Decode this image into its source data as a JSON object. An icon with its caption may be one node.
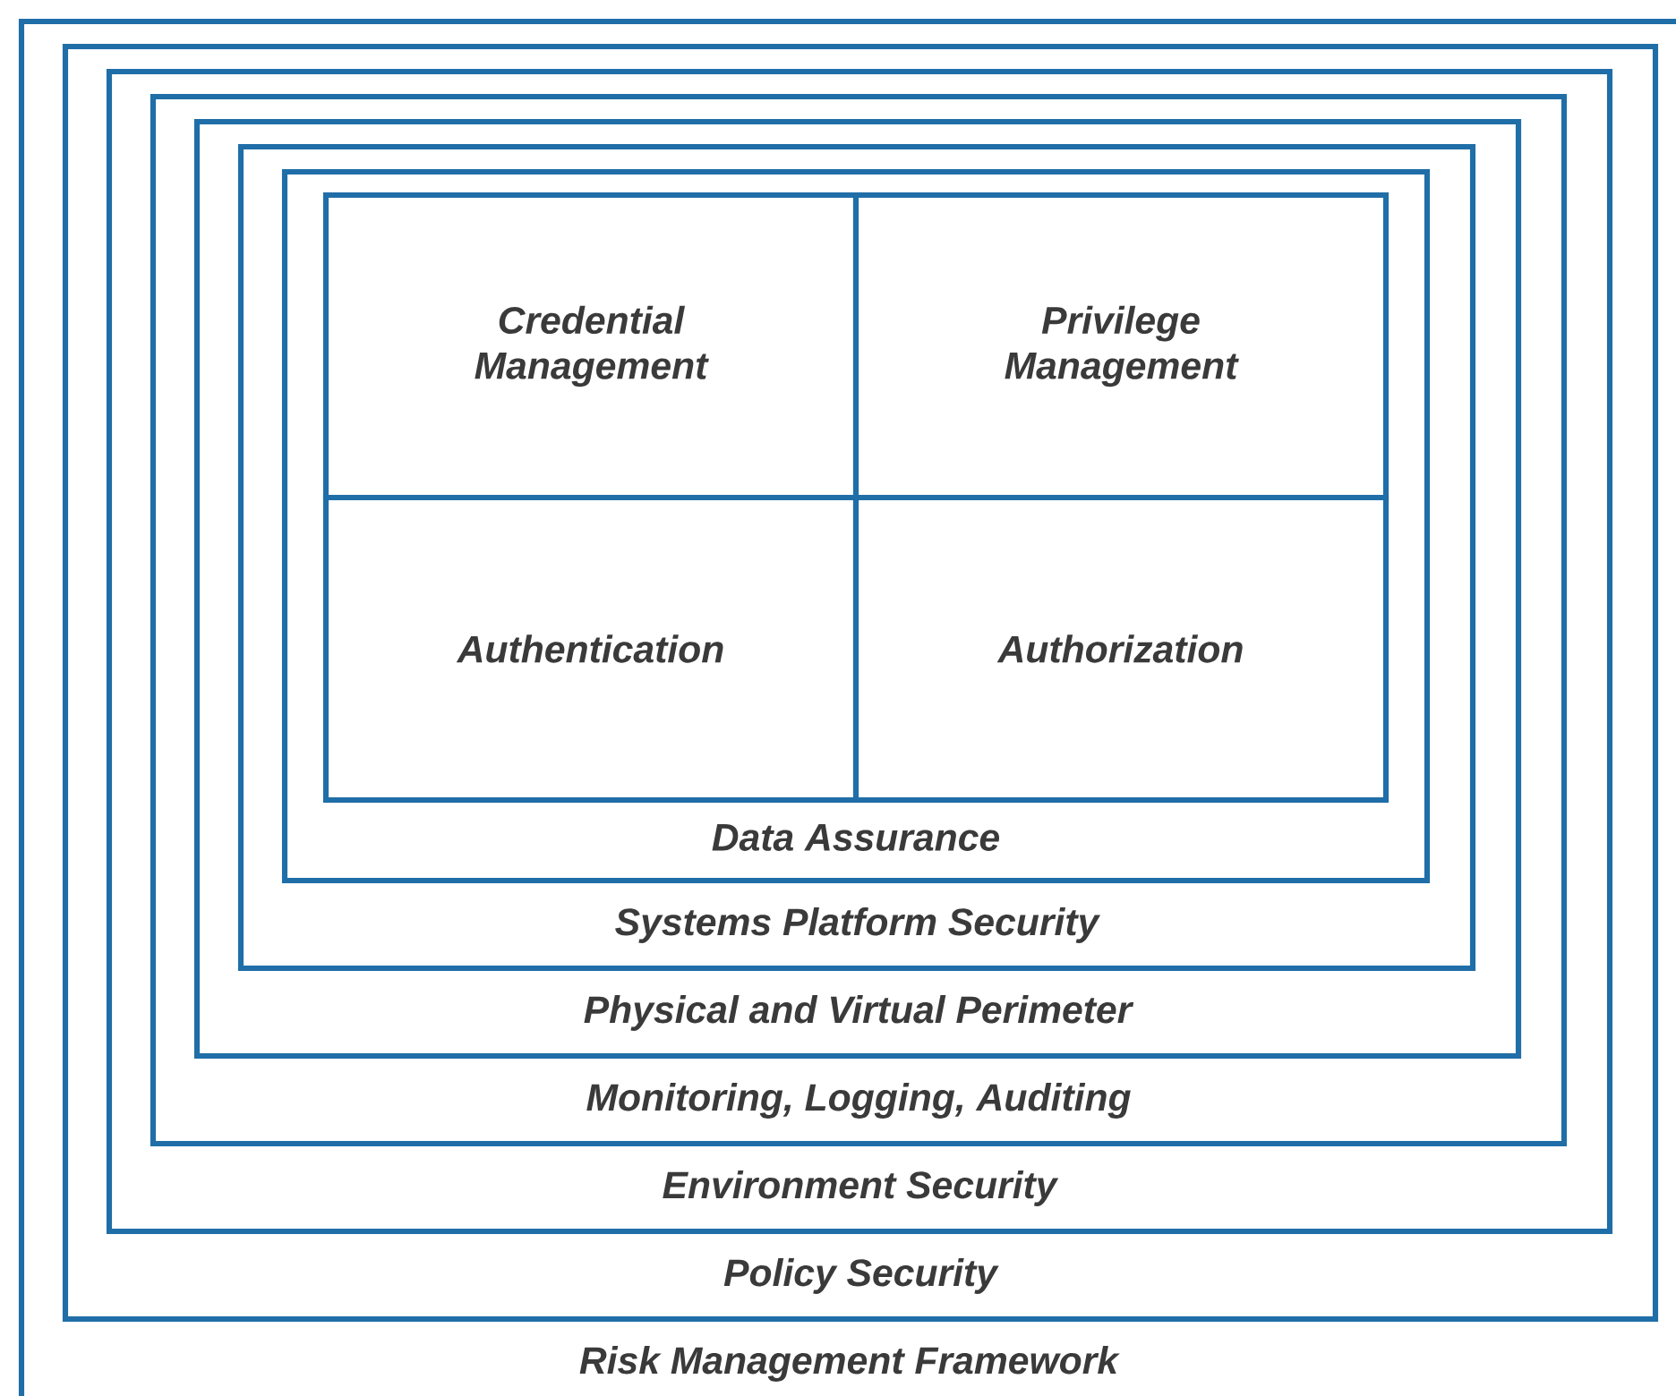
{
  "diagram": {
    "nodes": [
      {
        "text": [
          "Risk Management Framework"
        ]
      },
      {
        "text": [
          "Policy Security"
        ],
        "in": 0
      },
      {
        "text": [
          "Environment Security"
        ],
        "in": 1
      },
      {
        "text": [
          "Monitoring, Logging, Auditing"
        ],
        "in": 2
      },
      {
        "text": [
          "Physical and Virtual Perimeter"
        ],
        "in": 3
      },
      {
        "text": [
          "Systems Platform Security"
        ],
        "in": 4
      },
      {
        "text": [
          "Data Assurance"
        ],
        "in": 5
      },
      {
        "text": [
          "Credential Management"
        ],
        "in": 6
      },
      {
        "text": [
          "Privilege Management"
        ],
        "in": 6
      },
      {
        "text": [
          "Authentication"
        ],
        "in": 6
      },
      {
        "text": [
          "Authorization"
        ],
        "in": 6
      }
    ]
  }
}
